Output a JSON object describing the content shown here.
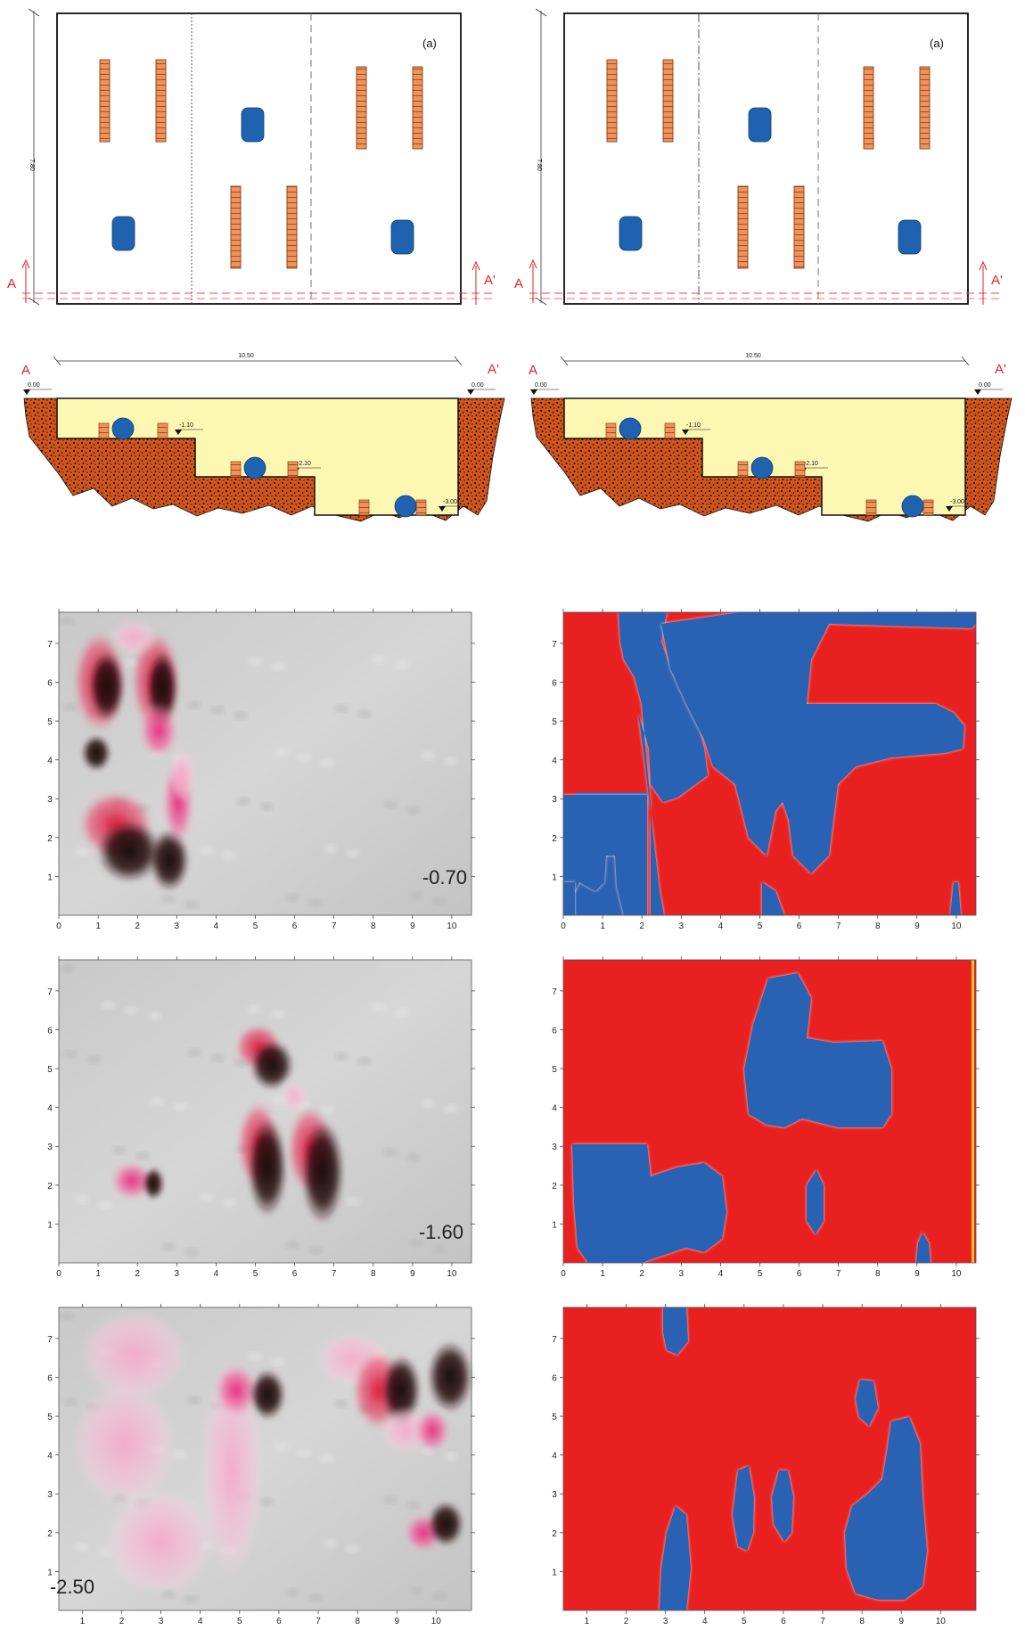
{
  "plan": {
    "panel_label": "(a)",
    "width_dim": "7.80",
    "section_start": "A",
    "section_end": "A'"
  },
  "section": {
    "length_dim": "10.50",
    "levels": [
      "0.00",
      "0.00",
      "-1.10",
      "-2.10",
      "-3.00"
    ]
  },
  "maps": {
    "depths": [
      "-0.70",
      "-1.60",
      "-2.50"
    ],
    "x_ticks_a": [
      "0",
      "1",
      "2",
      "3",
      "4",
      "5",
      "6",
      "7",
      "8",
      "9",
      "10"
    ],
    "x_ticks_c": [
      "1",
      "2",
      "3",
      "4",
      "5",
      "6",
      "7",
      "8",
      "9",
      "10"
    ],
    "y_ticks": [
      "1",
      "2",
      "3",
      "4",
      "5",
      "6",
      "7"
    ]
  },
  "colors": {
    "brick": "#f0935a",
    "brick_edge": "#8a3c18",
    "pot": "#1f63b0",
    "soil": "#d2551c",
    "fill": "#fdf7b4",
    "red_zone": "#e8201f",
    "blue_zone": "#2a62b3",
    "anomaly_pink": "#e8458a",
    "anomaly_dark": "#1e0a0c",
    "background_gray": "#cfcfcf"
  }
}
